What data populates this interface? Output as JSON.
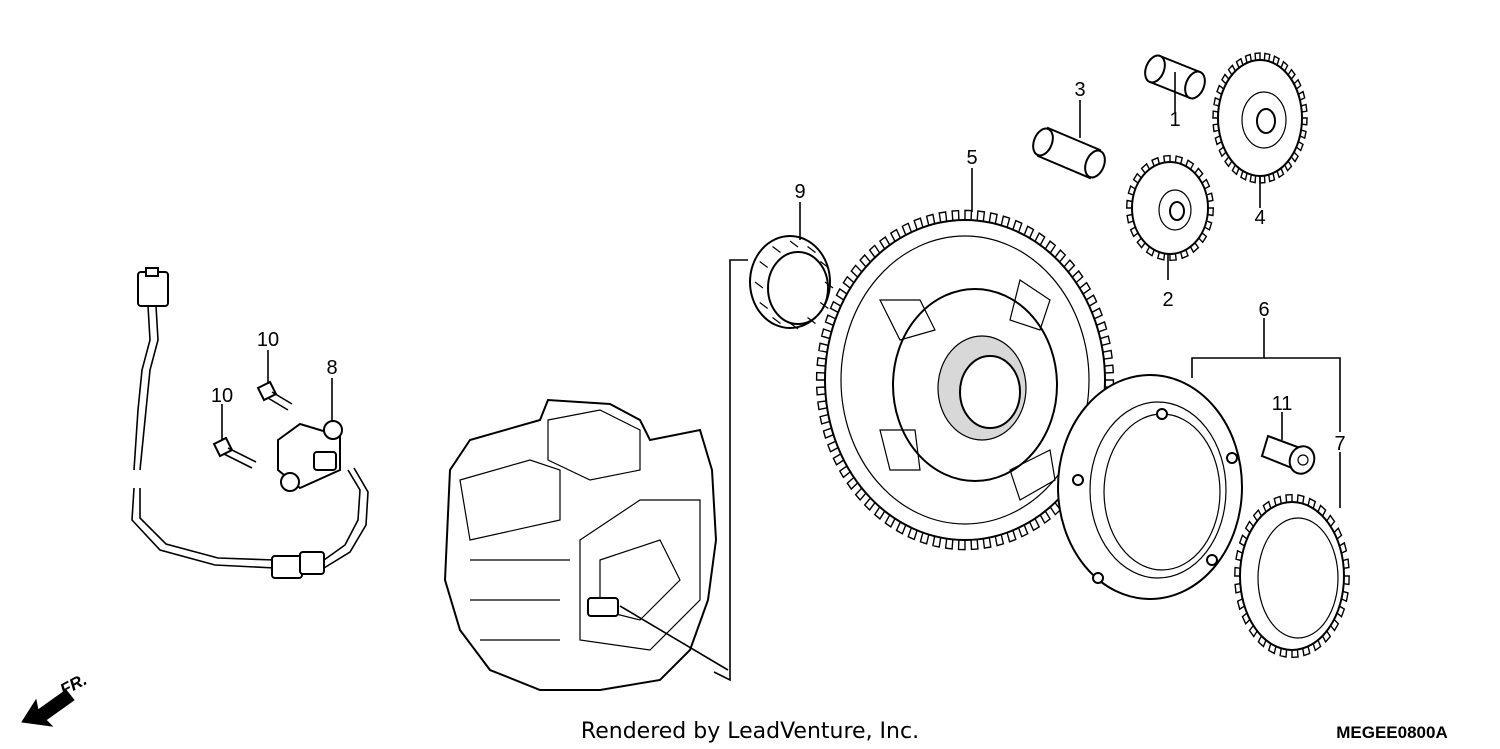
{
  "callouts": {
    "c1": "1",
    "c2": "2",
    "c3": "3",
    "c4": "4",
    "c5": "5",
    "c6": "6",
    "c7": "7",
    "c8": "8",
    "c9": "9",
    "c10a": "10",
    "c10b": "10",
    "c11": "11"
  },
  "footer": {
    "credit": "Rendered by LeadVenture, Inc.",
    "diagram_code": "MEGEE0800A"
  },
  "direction": {
    "label": "FR."
  }
}
